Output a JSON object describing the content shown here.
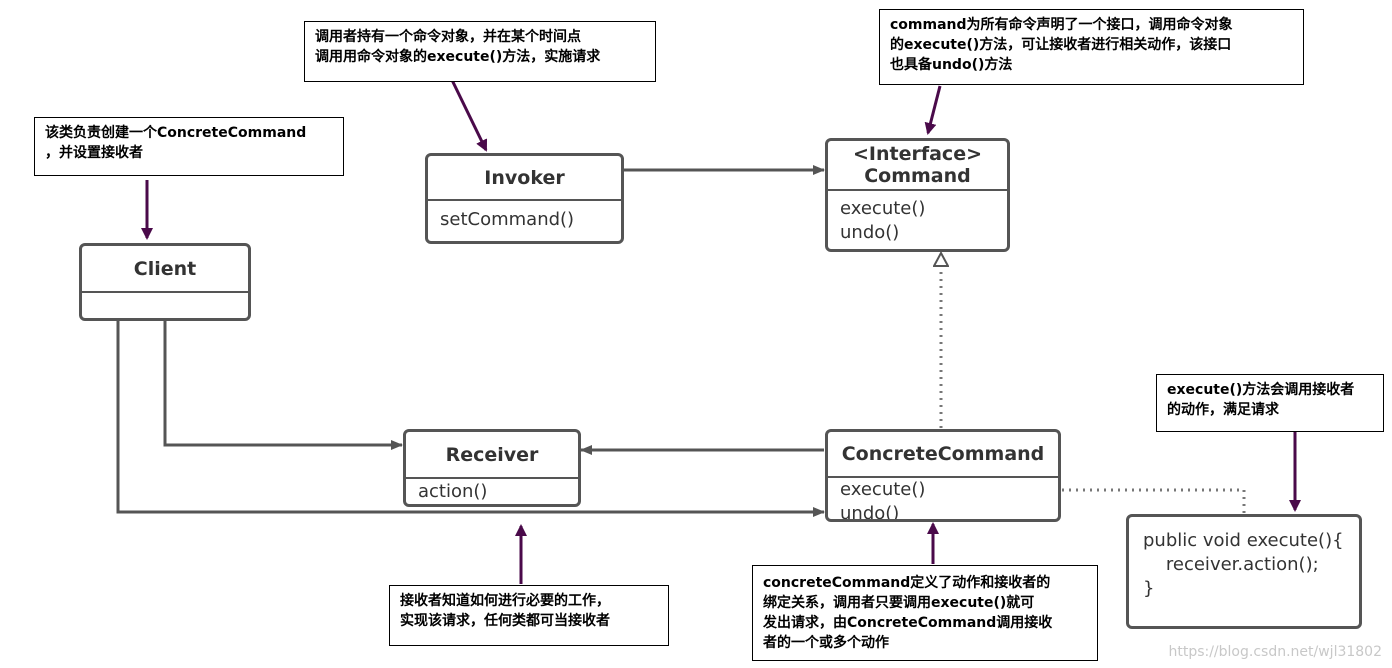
{
  "classes": {
    "invoker": {
      "name": "Invoker",
      "methods": [
        "setCommand()"
      ]
    },
    "command": {
      "stereotype": "<Interface>",
      "name": "Command",
      "methods": [
        "execute()",
        "undo()"
      ]
    },
    "client": {
      "name": "Client",
      "methods": []
    },
    "receiver": {
      "name": "Receiver",
      "methods": [
        "action()"
      ]
    },
    "concrete": {
      "name": "ConcreteCommand",
      "methods": [
        "execute()",
        "undo()"
      ]
    }
  },
  "notes": {
    "client": [
      "该类负责创建一个ConcreteCommand",
      "，并设置接收者"
    ],
    "invoker": [
      "调用者持有一个命令对象，并在某个时间点",
      "调用用命令对象的execute()方法，实施请求"
    ],
    "command": [
      "command为所有命令声明了一个接口，调用命令对象",
      "的execute()方法，可让接收者进行相关动作，该接口",
      "也具备undo()方法"
    ],
    "receiver": [
      "接收者知道如何进行必要的工作，",
      "实现该请求，任何类都可当接收者"
    ],
    "concrete": [
      "concreteCommand定义了动作和接收者的",
      "绑定关系，调用者只要调用execute()就可",
      "发出请求，由ConcreteCommand调用接收",
      "者的一个或多个动作"
    ],
    "execute": [
      "execute()方法会调用接收者",
      "的动作，满足请求"
    ]
  },
  "code": [
    "public void execute(){",
    "    receiver.action();",
    "}"
  ],
  "watermark": "https://blog.csdn.net/wjl31802",
  "colors": {
    "line": "#555555",
    "note_arrow": "#4a0a4a",
    "dotted": "#777777"
  }
}
